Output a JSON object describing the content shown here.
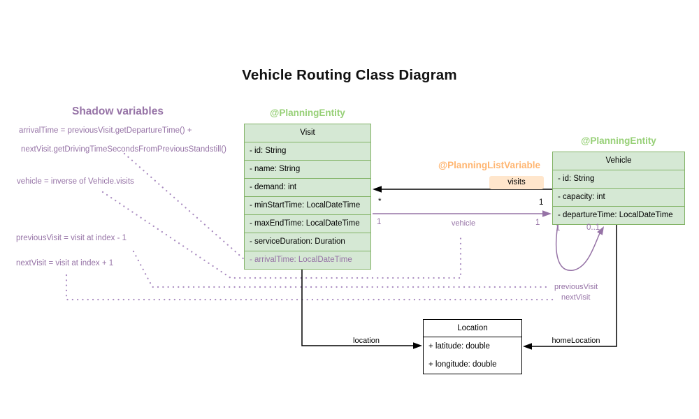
{
  "title": "Vehicle Routing Class Diagram",
  "colors": {
    "class_fill_green": "#d5e8d4",
    "class_stroke_green": "#82b366",
    "annotation_green": "#97d077",
    "shadow_purple": "#9673a6",
    "annotation_orange": "#ffb570",
    "badge_orange_fill": "#ffe6cc",
    "connector_black": "#000000"
  },
  "shadow_panel": {
    "title": "Shadow variables",
    "lines": [
      "arrivalTime = previousVisit.getDepartureTime() +",
      "nextVisit.getDrivingTimeSecondsFromPreviousStandstill()",
      "vehicle = inverse of Vehicle.visits",
      "previousVisit = visit at index - 1",
      "nextVisit = visit at index + 1"
    ]
  },
  "classes": {
    "visit": {
      "annotation": "@PlanningEntity",
      "name": "Visit",
      "attributes": [
        "- id: String",
        "- name: String",
        "- demand: int",
        "- minStartTime: LocalDateTime",
        "- maxEndTime: LocalDateTime",
        "- serviceDuration: Duration",
        "- arrivalTime: LocalDateTime"
      ]
    },
    "vehicle": {
      "annotation": "@PlanningEntity",
      "name": "Vehicle",
      "attributes": [
        "- id: String",
        "- capacity: int",
        "- departureTime: LocalDateTime"
      ]
    },
    "location": {
      "name": "Location",
      "attributes": [
        "+ latitude: double",
        "+ longitude: double"
      ]
    }
  },
  "relations": {
    "visits": {
      "annotation": "@PlanningListVariable",
      "label": "visits",
      "mult_visit_end": "*",
      "mult_vehicle_end": "1"
    },
    "vehicle_ref": {
      "label": "vehicle",
      "mult_left": "1",
      "mult_right": "1"
    },
    "self_loop": {
      "mult_left": "1",
      "mult_right": "0..1"
    },
    "location_ref": {
      "label": "location"
    },
    "home_location_ref": {
      "label": "homeLocation"
    },
    "previous_visit_label": "previousVisit",
    "next_visit_label": "nextVisit"
  }
}
